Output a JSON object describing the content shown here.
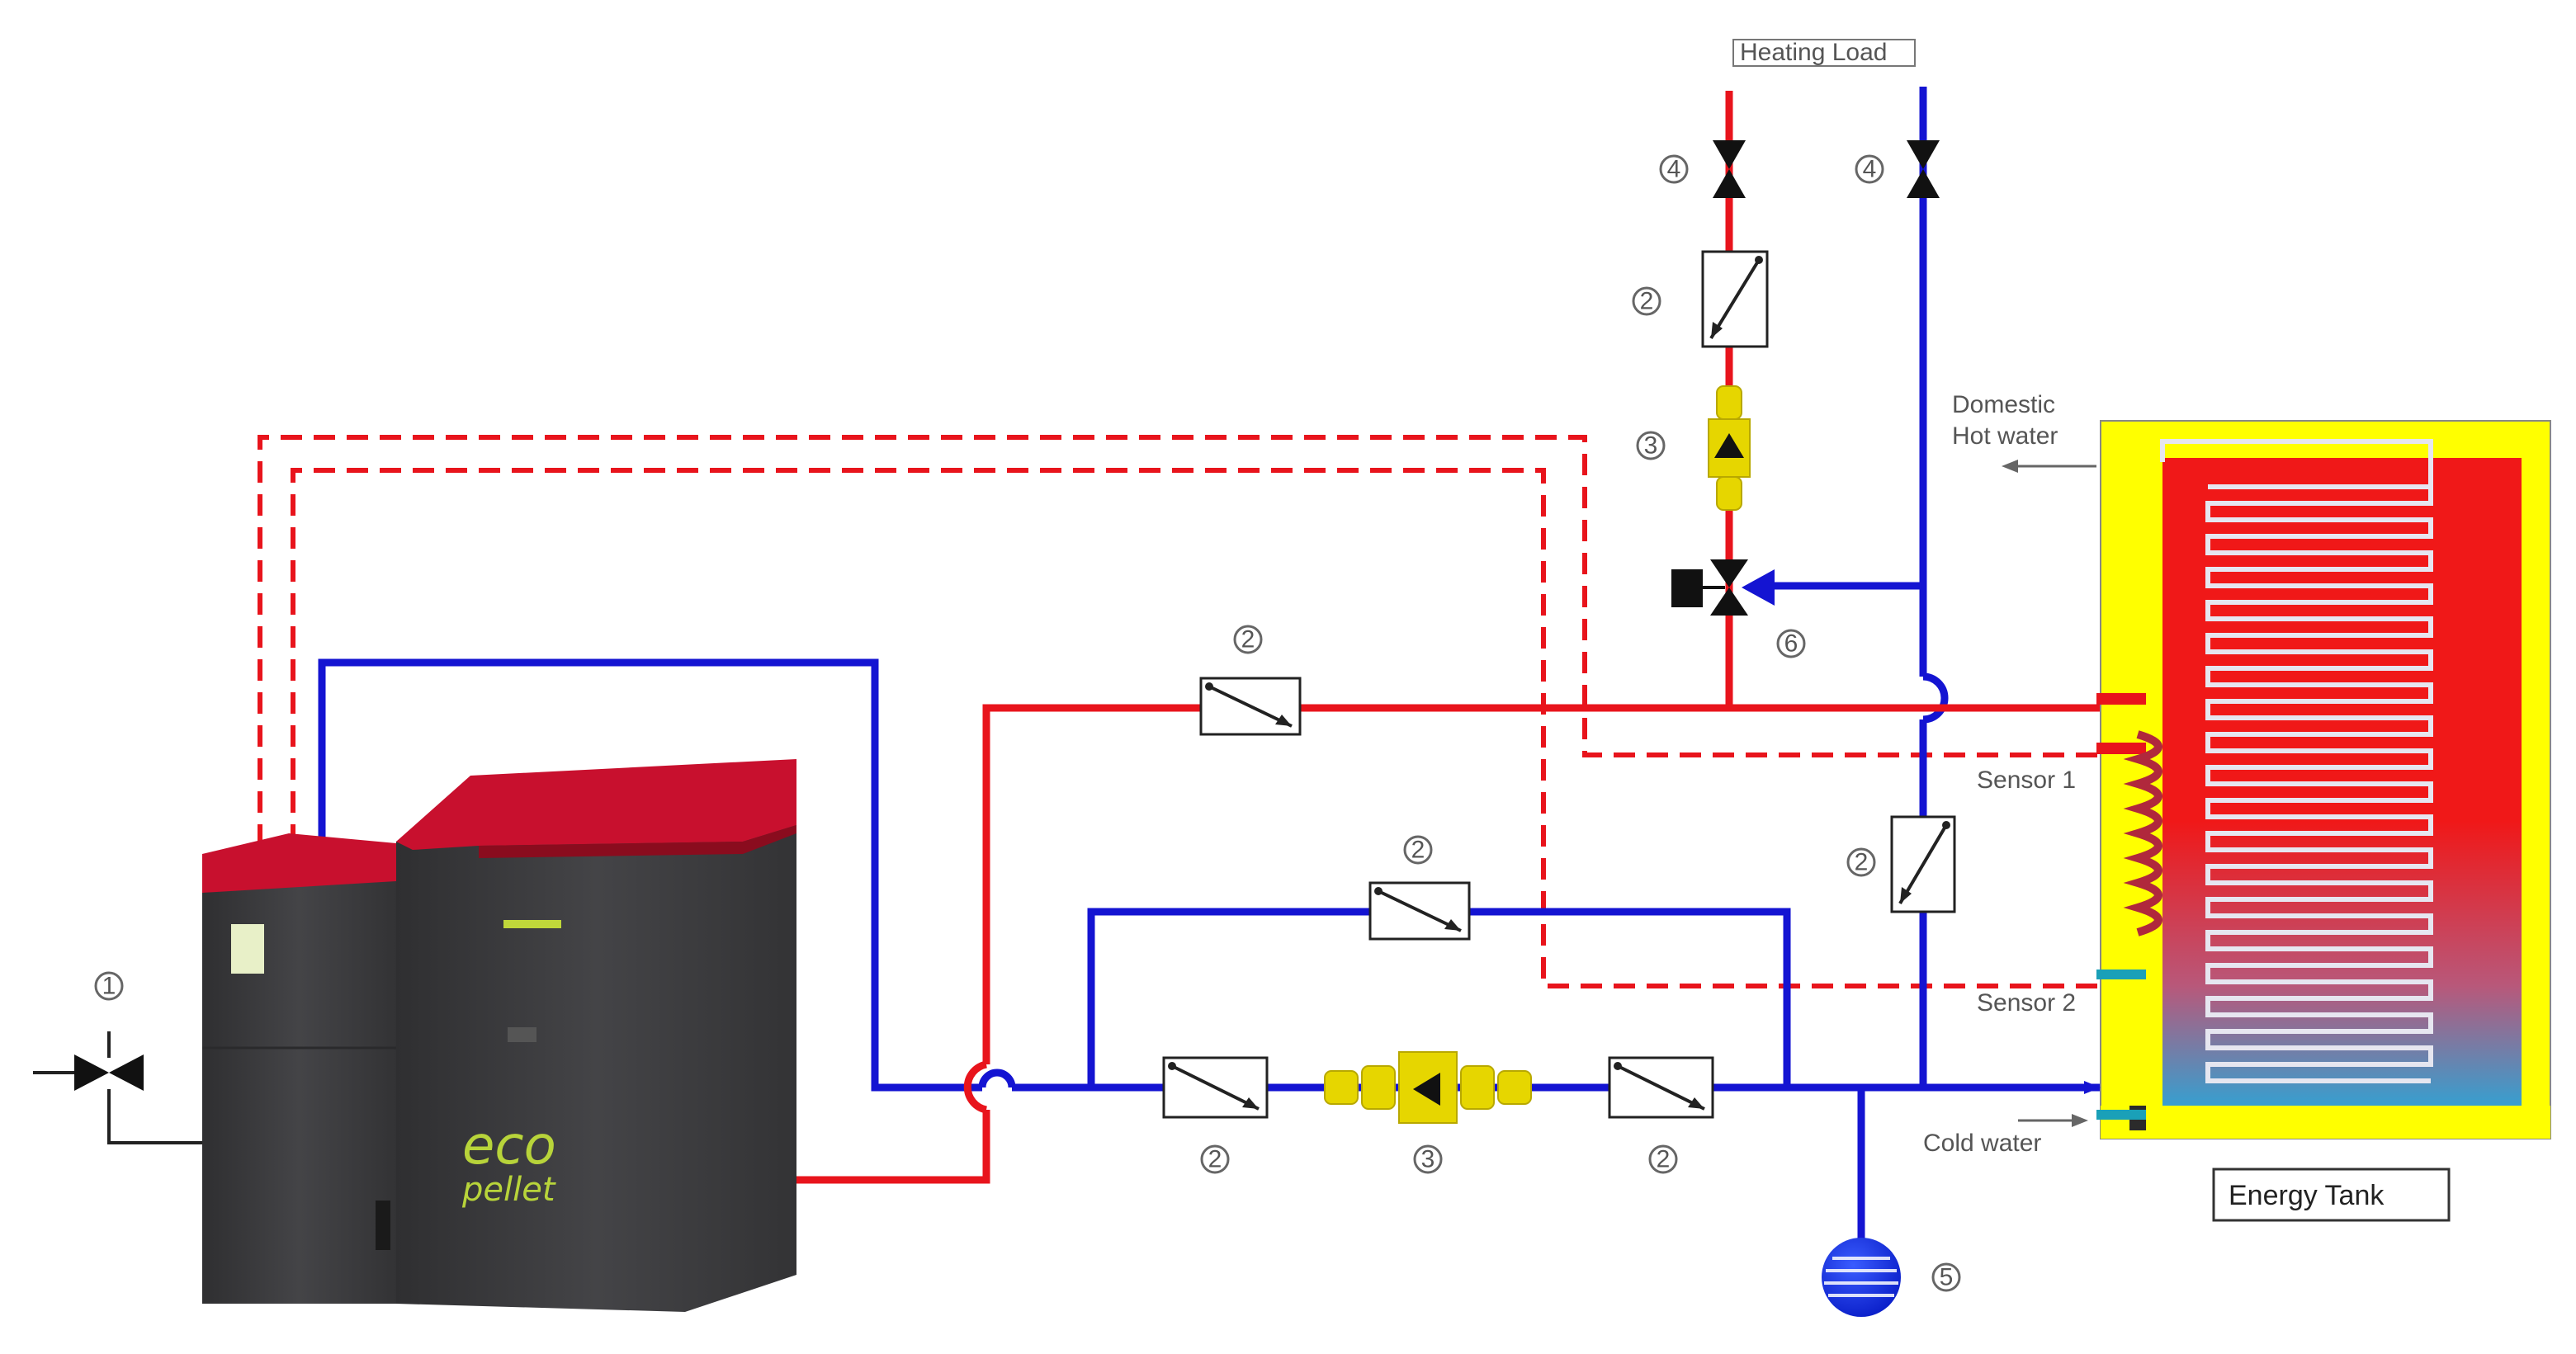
{
  "labels": {
    "heating_load": "Heating Load",
    "domestic": "Domestic",
    "hot_water": "Hot water",
    "sensor_1": "Sensor 1",
    "sensor_2": "Sensor 2",
    "cold_water": "Cold water",
    "energy_tank": "Energy Tank"
  },
  "markers": {
    "valve_left": "1",
    "flow_sensor_top": "2",
    "flow_sensor_mid": "2",
    "flow_sensor_vert": "2",
    "flow_sensor_bypass": "2",
    "flow_sensor_bottom_left": "2",
    "flow_sensor_bottom_right": "2",
    "pump_top": "3",
    "pump_bottom": "3",
    "valve_load_left": "4",
    "valve_load_right": "4",
    "expansion_vessel": "5",
    "three_way_valve": "6"
  },
  "boiler_logo": {
    "line1": "eco",
    "line2": "pellet"
  },
  "colors": {
    "supply": "#e8141c",
    "return": "#1414d2",
    "signal": "#e8141c",
    "boiler_body": "#3d3d3f",
    "boiler_lid": "#c8102e",
    "tank_jacket": "#ffff00",
    "pump": "#e6d600"
  },
  "icons": [
    "check-valve-icon",
    "flow-sensor-icon",
    "circulation-pump-icon",
    "ball-valve-icon",
    "expansion-vessel-icon",
    "three-way-valve-icon"
  ]
}
